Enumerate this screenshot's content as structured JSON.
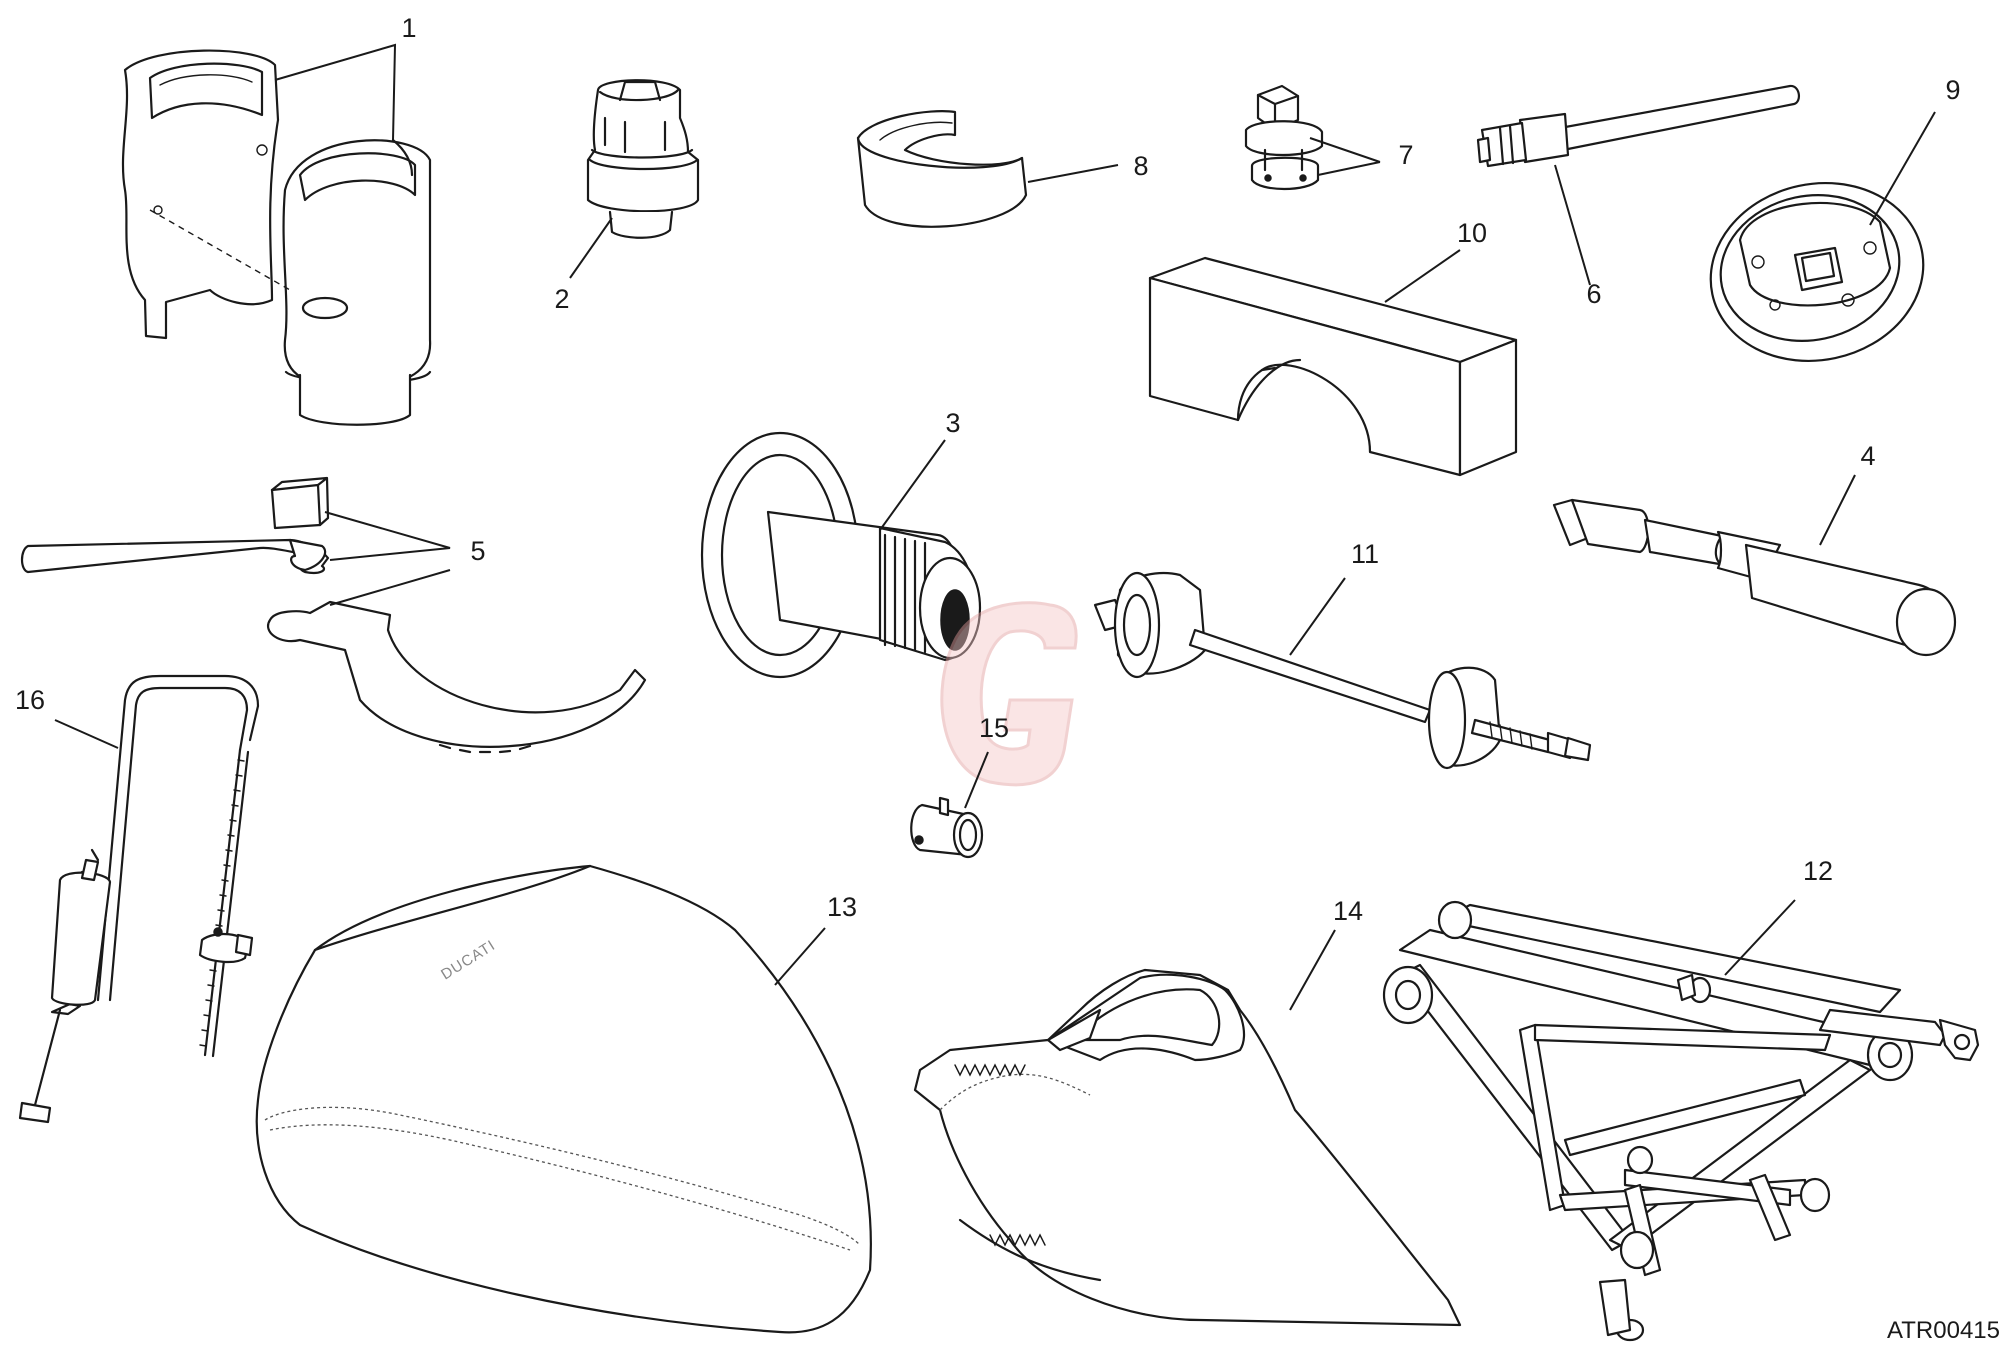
{
  "drawing_code": "ATR00415",
  "seat_brand": "DUCATI",
  "watermark": {
    "letter": "G",
    "color": "#e8a3a3"
  },
  "callouts": [
    "1",
    "2",
    "3",
    "4",
    "5",
    "6",
    "7",
    "8",
    "9",
    "10",
    "11",
    "12",
    "13",
    "14",
    "15",
    "16"
  ]
}
